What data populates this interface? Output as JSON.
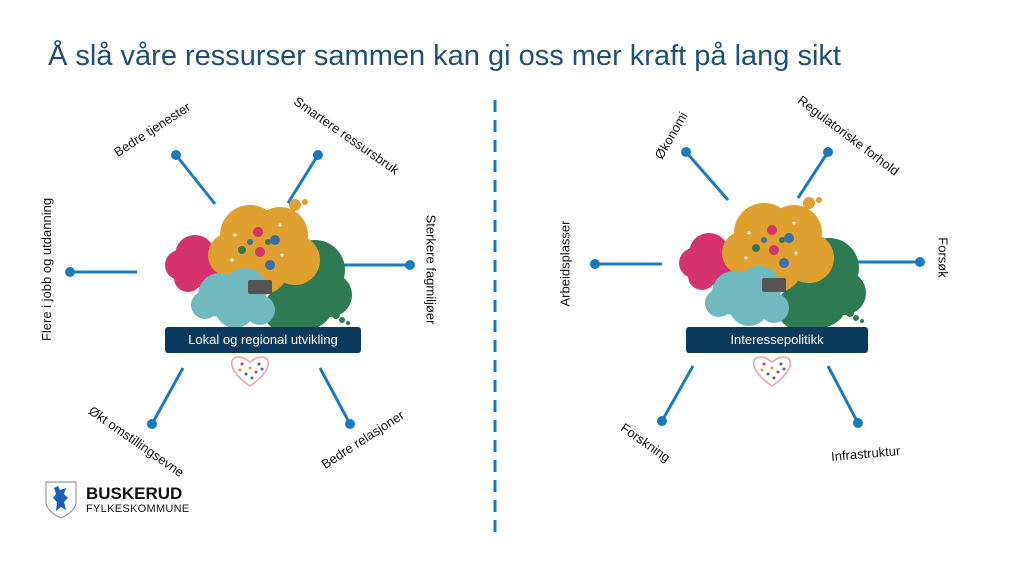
{
  "title": "Å slå våre ressurser sammen kan gi oss mer kraft på lang sikt",
  "left": {
    "center_label": "Lokal og regional utvikling",
    "spokes": [
      "Bedre tjenester",
      "Smartere ressursbruk",
      "Flere i jobb og utdanning",
      "Sterkere fagmiljøer",
      "Økt omstillingsevne",
      "Bedre relasjoner"
    ]
  },
  "right": {
    "center_label": "Interessepolitikk",
    "spokes": [
      "Økonomi",
      "Regulatoriske forhold",
      "Arbeidsplasser",
      "Forsøk",
      "Forskning",
      "Infrastruktur"
    ]
  },
  "logo": {
    "name": "BUSKERUD",
    "subtitle": "FYLKESKOMMUNE"
  },
  "colors": {
    "title": "#1f4e79",
    "spoke": "#1a7ac0",
    "box": "#0b3a5c",
    "orange": "#e0a030",
    "pink": "#d4336b",
    "teal": "#6fb9bf",
    "green": "#2e7a52"
  }
}
